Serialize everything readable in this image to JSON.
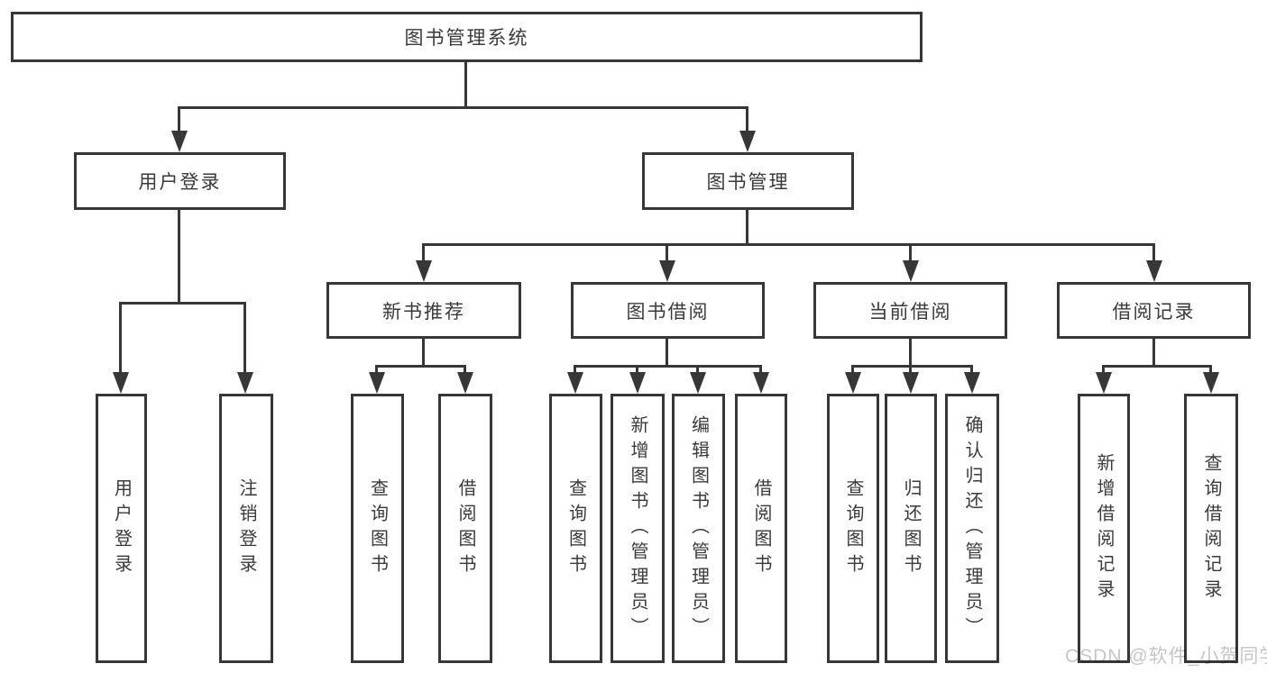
{
  "diagram": {
    "type": "tree",
    "title": "图书管理系统",
    "colors": {
      "line": "#373737",
      "text": "#3a3a3a",
      "background": "#ffffff",
      "watermark": "#c6c6c6"
    },
    "tree": {
      "label": "图书管理系统",
      "children": [
        {
          "label": "用户登录",
          "children": [
            {
              "label": "用户登录"
            },
            {
              "label": "注销登录"
            }
          ]
        },
        {
          "label": "图书管理",
          "children": [
            {
              "label": "新书推荐",
              "children": [
                {
                  "label": "查询图书"
                },
                {
                  "label": "借阅图书"
                }
              ]
            },
            {
              "label": "图书借阅",
              "children": [
                {
                  "label": "查询图书"
                },
                {
                  "label": "新增图书（管理员）"
                },
                {
                  "label": "编辑图书（管理员）"
                },
                {
                  "label": "借阅图书"
                }
              ]
            },
            {
              "label": "当前借阅",
              "children": [
                {
                  "label": "查询图书"
                },
                {
                  "label": "归还图书"
                },
                {
                  "label": "确认归还（管理员）"
                }
              ]
            },
            {
              "label": "借阅记录",
              "children": [
                {
                  "label": "新增借阅记录"
                },
                {
                  "label": "查询借阅记录"
                }
              ]
            }
          ]
        }
      ]
    },
    "watermark": "CSDN @软件_小贺同学"
  }
}
